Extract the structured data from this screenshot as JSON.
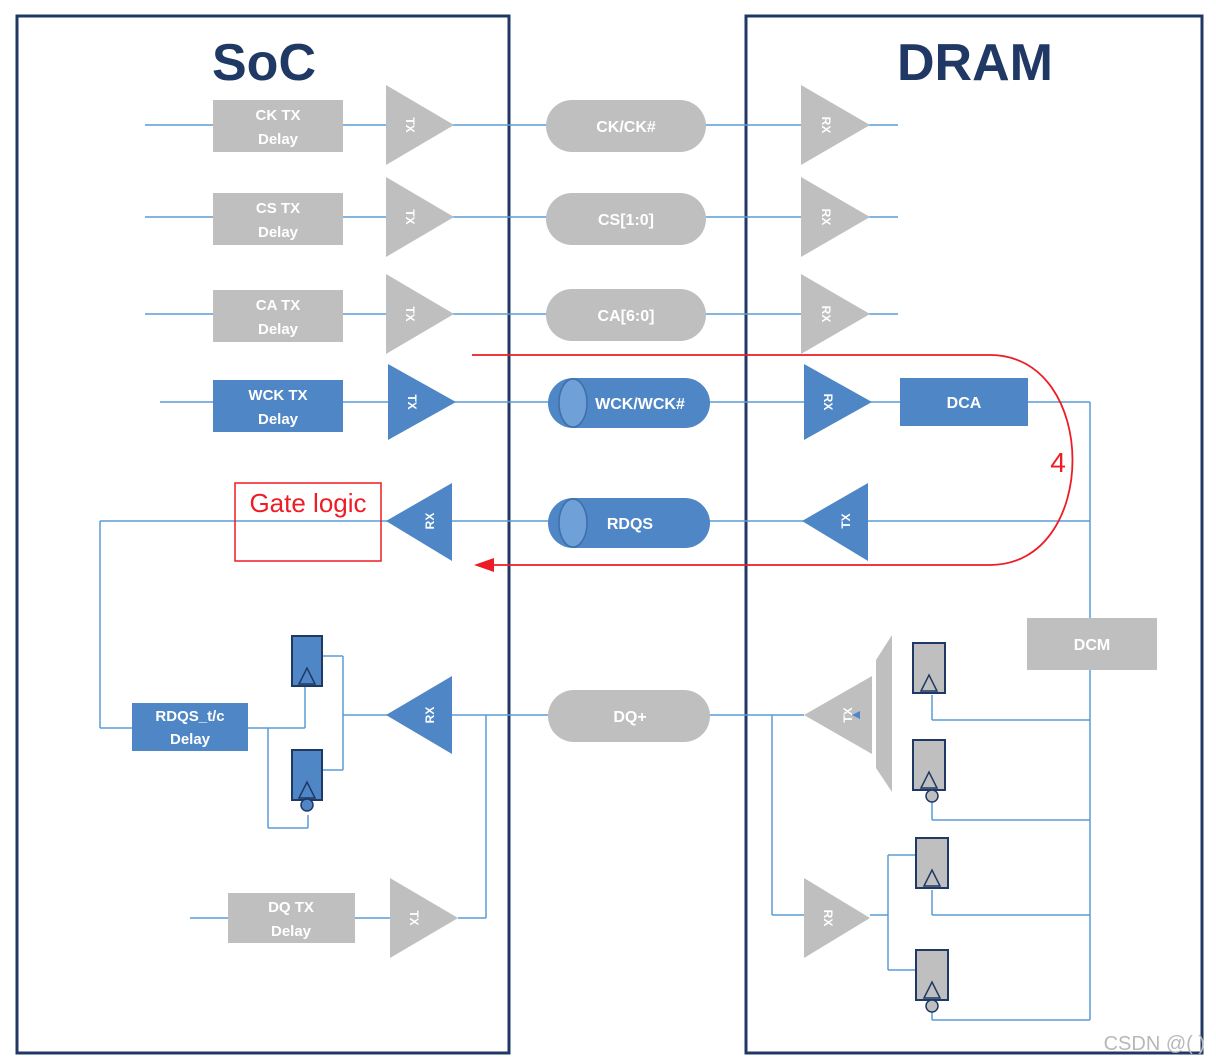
{
  "soc": {
    "title": "SoC"
  },
  "dram": {
    "title": "DRAM"
  },
  "soc_blocks": {
    "ck_delay": [
      "CK TX",
      "Delay"
    ],
    "cs_delay": [
      "CS TX",
      "Delay"
    ],
    "ca_delay": [
      "CA TX",
      "Delay"
    ],
    "wck_delay": [
      "WCK TX",
      "Delay"
    ],
    "rdqs_delay": [
      "RDQS_t/c",
      "Delay"
    ],
    "dq_delay": [
      "DQ TX",
      "Delay"
    ]
  },
  "buffers": {
    "tx": "TX",
    "rx": "RX"
  },
  "channels": {
    "ck": "CK/CK#",
    "cs": "CS[1:0]",
    "ca": "CA[6:0]",
    "wck": "WCK/WCK#",
    "rdqs": "RDQS",
    "dq": "DQ+"
  },
  "dram_blocks": {
    "dca": "DCA",
    "dcm": "DCM"
  },
  "annotations": {
    "gate_logic": "Gate logic",
    "loop_number": "4"
  },
  "watermark": "CSDN @(    )",
  "colors": {
    "title": "#1f3864",
    "frame": "#1f3864",
    "active_blue": "#4f86c6",
    "inactive_gray": "#bfbfbf",
    "wire": "#5b9bd5",
    "annotation_red": "#ee1c24"
  }
}
